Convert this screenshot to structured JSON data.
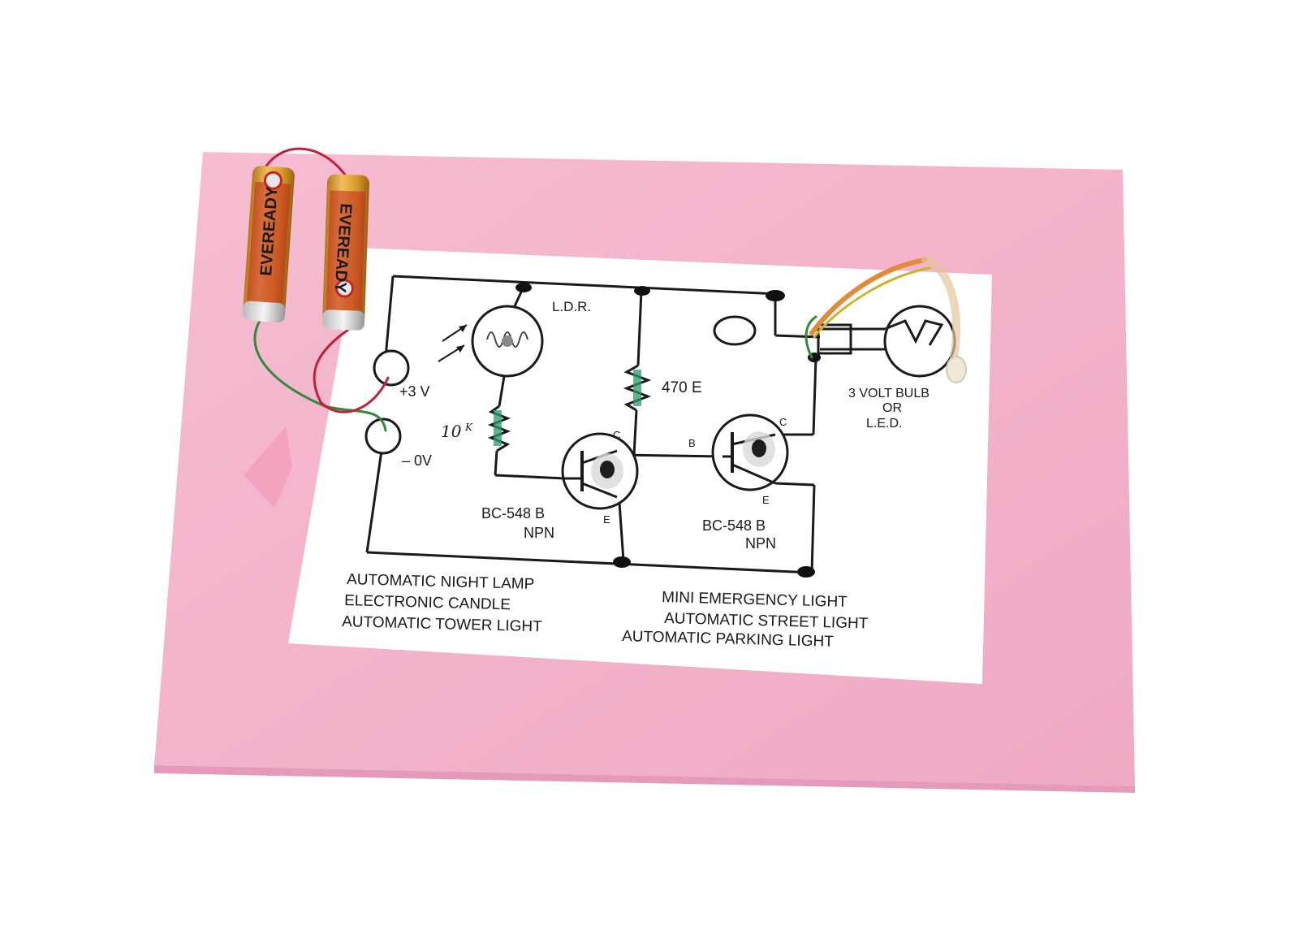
{
  "colors": {
    "background": "#ffffff",
    "board": "#f4b3cc",
    "board_edge": "#e49ab8",
    "paper": "#ffffff",
    "circuit_line": "#1a1a1a",
    "battery_body": "#d99a2b",
    "battery_label": "#c2281f",
    "wire_red": "#c0203a",
    "wire_green": "#2f8a3a",
    "wire_yellow": "#c9b52e",
    "wire_orange": "#e08a3a",
    "component_green": "#2e9a6a"
  },
  "batteries": {
    "brand_left": "EVEREADY",
    "brand_right": "EVEREADY"
  },
  "labels": {
    "ldr": "L.D.R.",
    "plus3v": "+3 V",
    "zero_v": "– 0V",
    "r_10k": "10",
    "r_10k_unit": "K",
    "r_470": "470 E",
    "bulb_line1": "3 VOLT BULB",
    "bulb_line2": "OR",
    "bulb_line3": "L.E.D.",
    "t1_c": "C",
    "t1_e": "E",
    "t1_part": "BC-548  B",
    "t1_type": "NPN",
    "t2_b": "B",
    "t2_c": "C",
    "t2_e": "E",
    "t2_part": "BC-548  B",
    "t2_type": "NPN"
  },
  "applications": {
    "left": [
      "AUTOMATIC  NIGHT  LAMP",
      "ELECTRONIC   CANDLE",
      "AUTOMATIC  TOWER LIGHT"
    ],
    "right": [
      "MINI EMERGENCY LIGHT",
      "AUTOMATIC STREET LIGHT",
      "AUTOMATIC PARKING LIGHT"
    ]
  }
}
